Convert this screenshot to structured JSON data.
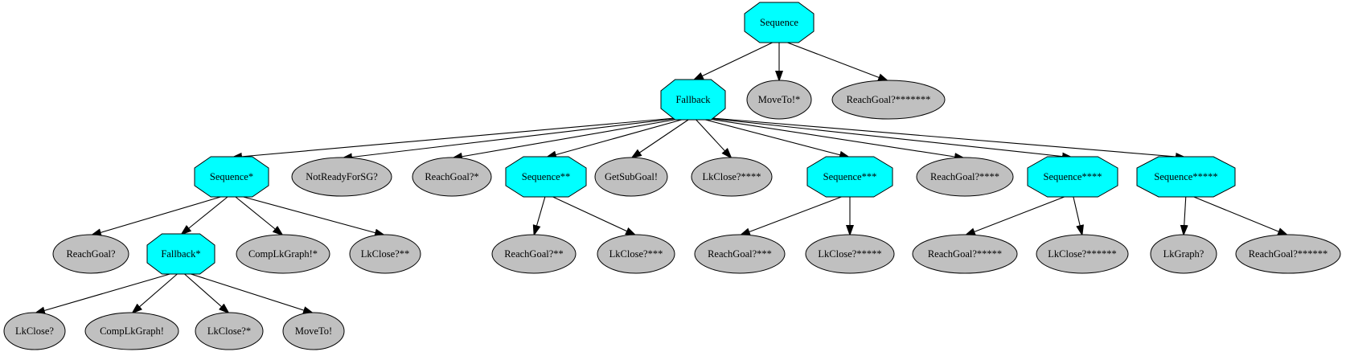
{
  "colors": {
    "control_fill": "#00ffff",
    "leaf_fill": "#c0c0c0",
    "stroke": "#000000",
    "background": "#ffffff"
  },
  "nodes": {
    "root": {
      "label": "Sequence",
      "kind": "control"
    },
    "fallback": {
      "label": "Fallback",
      "kind": "control"
    },
    "moveto_star": {
      "label": "MoveTo!*",
      "kind": "leaf"
    },
    "reachgoal_7": {
      "label": "ReachGoal?*******",
      "kind": "leaf"
    },
    "sequence_1": {
      "label": "Sequence*",
      "kind": "control"
    },
    "notready": {
      "label": "NotReadyForSG?",
      "kind": "leaf"
    },
    "reachgoal_1": {
      "label": "ReachGoal?*",
      "kind": "leaf"
    },
    "sequence_2": {
      "label": "Sequence**",
      "kind": "control"
    },
    "getsubgoal": {
      "label": "GetSubGoal!",
      "kind": "leaf"
    },
    "lkclose_4": {
      "label": "LkClose?****",
      "kind": "leaf"
    },
    "sequence_3": {
      "label": "Sequence***",
      "kind": "control"
    },
    "reachgoal_4": {
      "label": "ReachGoal?****",
      "kind": "leaf"
    },
    "sequence_4": {
      "label": "Sequence****",
      "kind": "control"
    },
    "sequence_5": {
      "label": "Sequence*****",
      "kind": "control"
    },
    "reachgoal_0": {
      "label": "ReachGoal?",
      "kind": "leaf"
    },
    "fallback_1": {
      "label": "Fallback*",
      "kind": "control"
    },
    "complkgraph_star": {
      "label": "CompLkGraph!*",
      "kind": "leaf"
    },
    "lkclose_2": {
      "label": "LkClose?**",
      "kind": "leaf"
    },
    "reachgoal_2": {
      "label": "ReachGoal?**",
      "kind": "leaf"
    },
    "lkclose_3": {
      "label": "LkClose?***",
      "kind": "leaf"
    },
    "reachgoal_3": {
      "label": "ReachGoal?***",
      "kind": "leaf"
    },
    "lkclose_5": {
      "label": "LkClose?*****",
      "kind": "leaf"
    },
    "reachgoal_5": {
      "label": "ReachGoal?*****",
      "kind": "leaf"
    },
    "lkclose_6": {
      "label": "LkClose?******",
      "kind": "leaf"
    },
    "lkgraph": {
      "label": "LkGraph?",
      "kind": "leaf"
    },
    "reachgoal_6": {
      "label": "ReachGoal?******",
      "kind": "leaf"
    },
    "lkclose_0": {
      "label": "LkClose?",
      "kind": "leaf"
    },
    "complkgraph": {
      "label": "CompLkGraph!",
      "kind": "leaf"
    },
    "lkclose_1": {
      "label": "LkClose?*",
      "kind": "leaf"
    },
    "moveto": {
      "label": "MoveTo!",
      "kind": "leaf"
    }
  },
  "edges": [
    [
      "root",
      "fallback"
    ],
    [
      "root",
      "moveto_star"
    ],
    [
      "root",
      "reachgoal_7"
    ],
    [
      "fallback",
      "sequence_1"
    ],
    [
      "fallback",
      "notready"
    ],
    [
      "fallback",
      "reachgoal_1"
    ],
    [
      "fallback",
      "sequence_2"
    ],
    [
      "fallback",
      "getsubgoal"
    ],
    [
      "fallback",
      "lkclose_4"
    ],
    [
      "fallback",
      "sequence_3"
    ],
    [
      "fallback",
      "reachgoal_4"
    ],
    [
      "fallback",
      "sequence_4"
    ],
    [
      "fallback",
      "sequence_5"
    ],
    [
      "sequence_1",
      "reachgoal_0"
    ],
    [
      "sequence_1",
      "fallback_1"
    ],
    [
      "sequence_1",
      "complkgraph_star"
    ],
    [
      "sequence_1",
      "lkclose_2"
    ],
    [
      "fallback_1",
      "lkclose_0"
    ],
    [
      "fallback_1",
      "complkgraph"
    ],
    [
      "fallback_1",
      "lkclose_1"
    ],
    [
      "fallback_1",
      "moveto"
    ],
    [
      "sequence_2",
      "reachgoal_2"
    ],
    [
      "sequence_2",
      "lkclose_3"
    ],
    [
      "sequence_3",
      "reachgoal_3"
    ],
    [
      "sequence_3",
      "lkclose_5"
    ],
    [
      "sequence_4",
      "reachgoal_5"
    ],
    [
      "sequence_4",
      "lkclose_6"
    ],
    [
      "sequence_5",
      "lkgraph"
    ],
    [
      "sequence_5",
      "reachgoal_6"
    ]
  ]
}
